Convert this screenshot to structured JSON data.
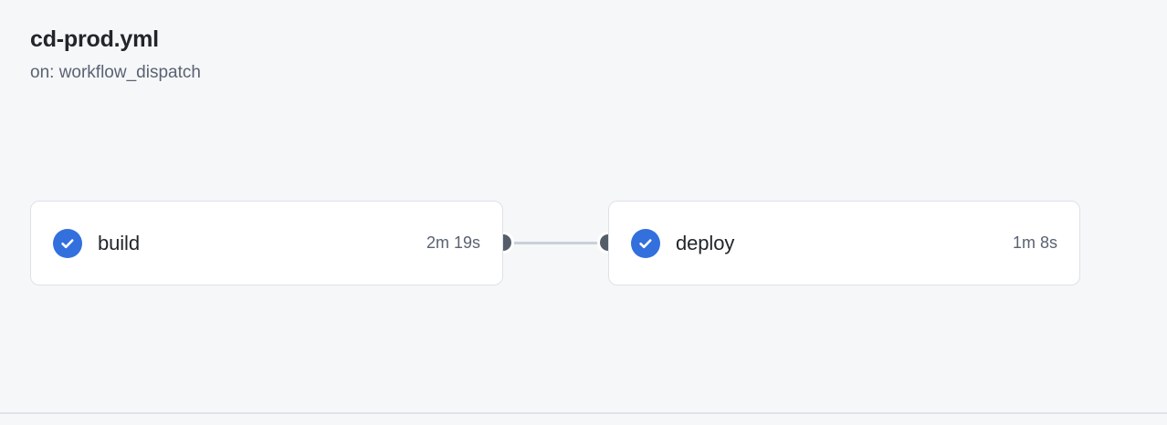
{
  "workflow": {
    "file_name": "cd-prod.yml",
    "trigger_text": "on: workflow_dispatch"
  },
  "graph": {
    "nodes": [
      {
        "id": "build",
        "label": "build",
        "duration": "2m 19s",
        "status": "success",
        "status_icon": "check-circle-icon"
      },
      {
        "id": "deploy",
        "label": "deploy",
        "duration": "1m 8s",
        "status": "success",
        "status_icon": "check-circle-icon"
      }
    ],
    "edges": [
      {
        "from": "build",
        "to": "deploy"
      }
    ]
  },
  "colors": {
    "background": "#f6f7f9",
    "node_background": "#ffffff",
    "node_border": "#dde2e8",
    "status_success": "#3370dd",
    "edge": "#c9d1d9",
    "handle": "#555e68",
    "title_text": "#22262b",
    "muted_text": "#5a6372",
    "divider": "#dfe3e9"
  }
}
